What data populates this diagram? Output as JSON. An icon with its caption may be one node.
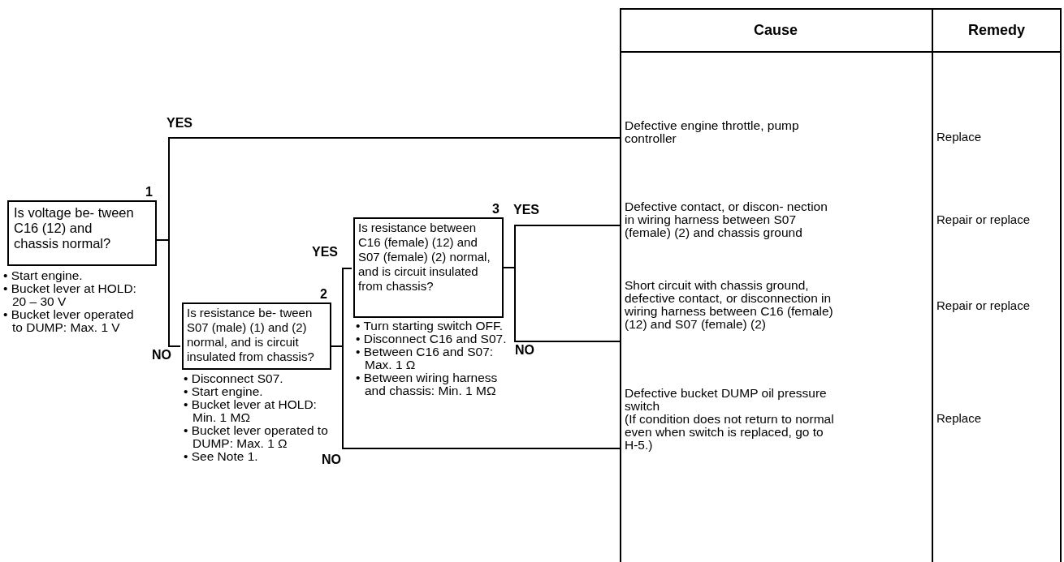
{
  "diagram": {
    "nodes": [
      {
        "text": [
          "Is voltage be- tween C16 (12) and chassis normal?"
        ],
        "beside": [
          "1",
          "• Start engine.",
          "• Bucket lever at HOLD:  20 – 30 V",
          "• Bucket lever operated to DUMP:  Max. 1 V"
        ]
      },
      {
        "text": [
          "Is resistance be- tween S07 (male) (1) and (2) normal, and is circuit insulated from chassis?"
        ],
        "beside": [
          "2",
          "• Disconnect S07.",
          "• Start engine.",
          "• Bucket lever at HOLD:  Min. 1 MΩ",
          "• Bucket lever operated to DUMP: Max. 1 Ω",
          "• See Note 1."
        ]
      },
      {
        "text": [
          "Is resistance between C16 (female) (12) and S07 (female) (2) normal, and is circuit insulated from chassis?"
        ],
        "beside": [
          "3",
          "• Turn starting switch OFF.",
          "• Disconnect C16 and S07.",
          "• Between C16 and S07:  Max. 1 Ω",
          "• Between wiring harness and chassis: Min. 1 MΩ"
        ]
      },
      {
        "text": [
          "Defective engine throttle, pump controller"
        ]
      },
      {
        "text": [
          "Defective contact, or discon- nection in wiring harness between S07 (female) (2) and chassis ground"
        ]
      },
      {
        "text": [
          "Short circuit with chassis ground, defective contact, or disconnection in wiring harness between C16 (female) (12) and S07 (female) (2)"
        ]
      },
      {
        "text": [
          "Defective bucket DUMP oil pressure switch",
          "(If condition does not return to normal even when switch is replaced, go to H-5.)"
        ]
      }
    ],
    "edges": [
      {
        "from": 0,
        "to": 3,
        "arrow": "none",
        "label": "YES"
      },
      {
        "from": 0,
        "to": 1,
        "arrow": "none",
        "label": "NO"
      },
      {
        "from": 1,
        "to": 2,
        "arrow": "none",
        "label": "YES"
      },
      {
        "from": 1,
        "to": 6,
        "arrow": "none",
        "label": "NO"
      },
      {
        "from": 2,
        "to": 4,
        "arrow": "none",
        "label": "YES"
      },
      {
        "from": 2,
        "to": 5,
        "arrow": "none",
        "label": "NO"
      }
    ],
    "labels": [
      "Cause",
      "Remedy",
      "Replace",
      "Repair or replace",
      "Repair or replace",
      "Replace"
    ]
  }
}
